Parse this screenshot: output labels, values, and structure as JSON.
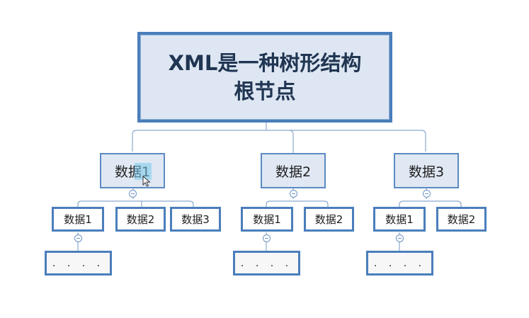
{
  "root": {
    "line1": "XML是一种树形结构",
    "line2": "根节点"
  },
  "level1": [
    {
      "label": "数据1"
    },
    {
      "label": "数据2"
    },
    {
      "label": "数据3"
    }
  ],
  "group1": {
    "children": [
      "数据1",
      "数据2",
      "数据3"
    ],
    "leaf": ". . . ."
  },
  "group2": {
    "children": [
      "数据1",
      "数据2"
    ],
    "leaf": ". . . ."
  },
  "group3": {
    "children": [
      "数据1",
      "数据2"
    ],
    "leaf": ". . . ."
  },
  "colors": {
    "border": "#4a7ebb",
    "fill": "#dde6f2",
    "connector": "#7fa3cf"
  }
}
